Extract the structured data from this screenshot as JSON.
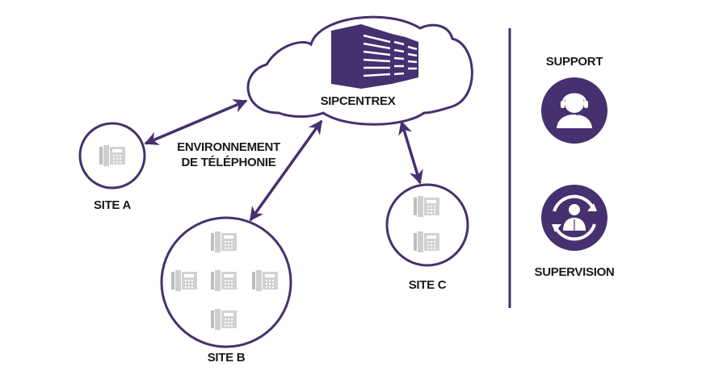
{
  "diagram": {
    "cloud": {
      "label": "SIPCENTREX",
      "icon": "data-center-building-icon"
    },
    "center_label": {
      "line1": "ENVIRONNEMENT",
      "line2": "DE TÉLÉPHONIE"
    },
    "sites": [
      {
        "label": "SITE A",
        "phones": 1
      },
      {
        "label": "SITE B",
        "phones": 5
      },
      {
        "label": "SITE C",
        "phones": 2
      }
    ],
    "services": [
      {
        "label": "SUPPORT",
        "icon": "headset-agent-icon"
      },
      {
        "label": "SUPERVISION",
        "icon": "person-cycle-icon"
      }
    ],
    "colors": {
      "accent": "#46306f",
      "phone": "#c8c8c8",
      "text": "#1a1a1a"
    }
  }
}
